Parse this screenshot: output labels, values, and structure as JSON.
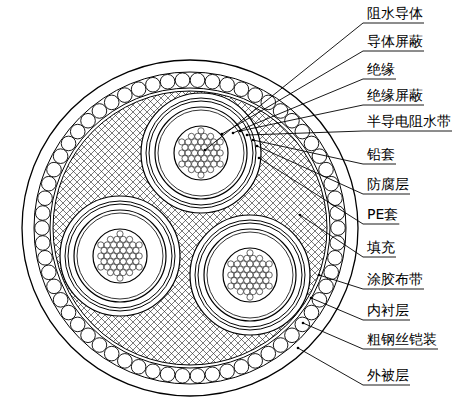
{
  "diagram": {
    "labels": [
      "阻水导体",
      "导体屏蔽",
      "绝缘",
      "绝缘屏蔽",
      "半导电阻水带",
      "铅套",
      "防腐层",
      "PE套",
      "填充",
      "涂胶布带",
      "内衬层",
      "粗钢丝铠装",
      "外被层"
    ]
  }
}
